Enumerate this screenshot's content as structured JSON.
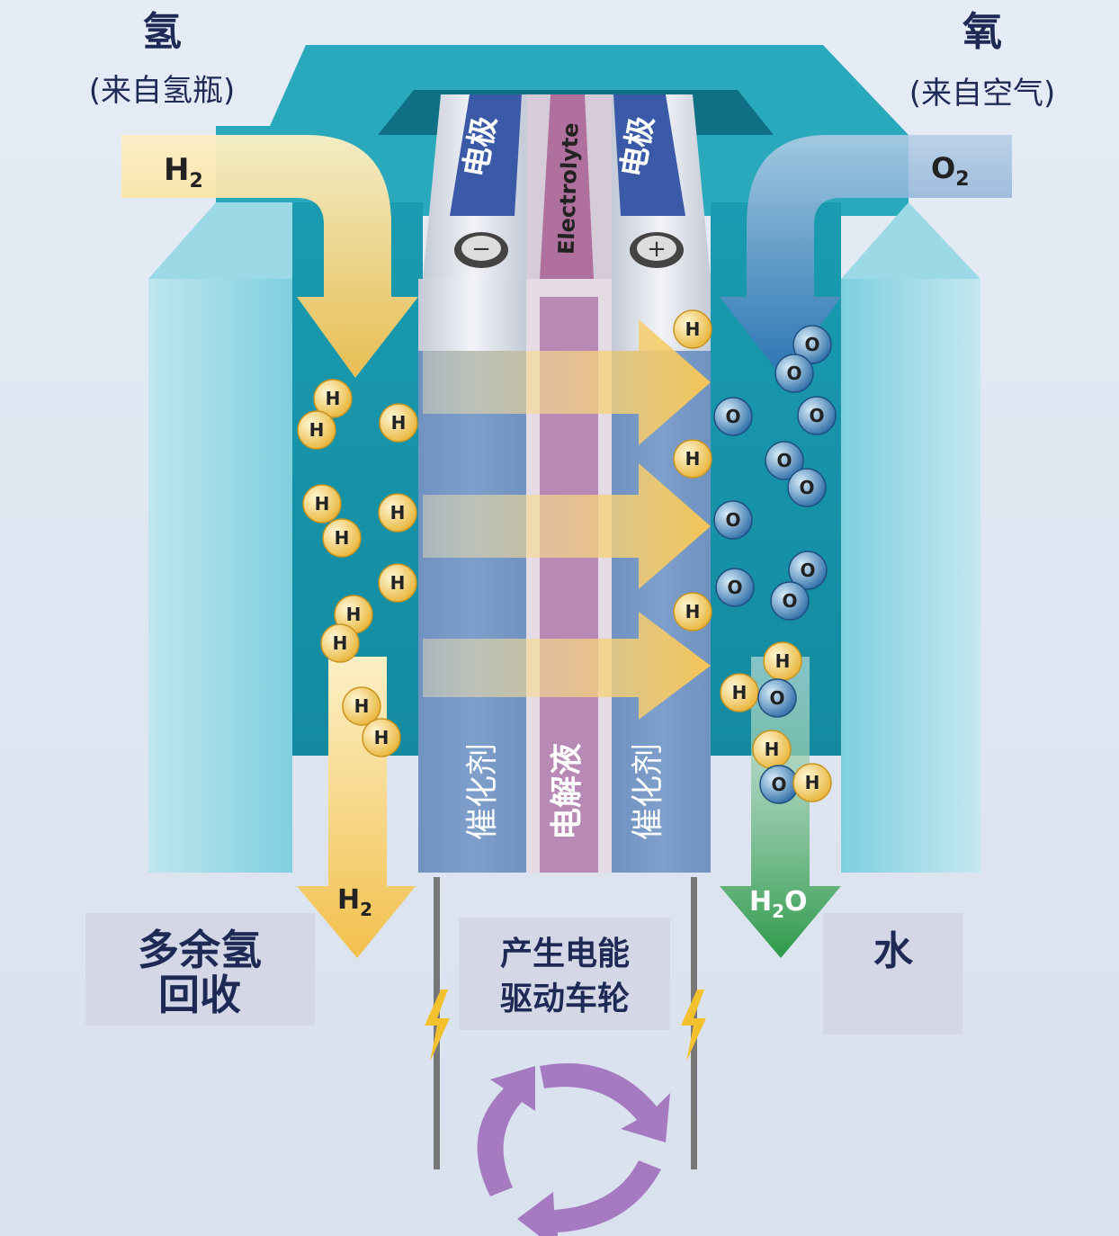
{
  "hydrogen": {
    "title": "氢",
    "source": "(来自氢瓶)",
    "inlet": "H",
    "inlet_sub": "2"
  },
  "oxygen": {
    "title": "氧",
    "source": "(来自空气)",
    "inlet": "O",
    "inlet_sub": "2"
  },
  "anode": {
    "label": "电极",
    "sign": "−",
    "catalyst": "催化剂"
  },
  "cathode": {
    "label": "电极",
    "sign": "+",
    "catalyst": "催化剂"
  },
  "electrolyte": {
    "label": "Electrolyte",
    "cn_label": "电解液"
  },
  "outlet_h2": {
    "formula": "H",
    "sub": "2",
    "caption_line1": "多余氢",
    "caption_line2": "回收"
  },
  "outlet_water": {
    "formula": "H",
    "sub": "2",
    "tail": "O",
    "caption": "水"
  },
  "power": {
    "line1": "产生电能",
    "line2": "驱动车轮"
  },
  "particles": {
    "h_left": [
      "H",
      "H",
      "H",
      "H",
      "H",
      "H",
      "H",
      "H",
      "H",
      "H",
      "H"
    ],
    "h_right": [
      "H",
      "H",
      "H"
    ],
    "o_right": [
      "O",
      "O",
      "O",
      "O",
      "O",
      "O",
      "O",
      "O",
      "O",
      "O"
    ],
    "water": [
      "H",
      "H",
      "O",
      "H",
      "O",
      "H"
    ]
  },
  "colors": {
    "teal": "#1c9bb0",
    "electrode": "#3a5aa8",
    "electrolyte": "#a05a92",
    "arrow_yellow": "#f2c75a",
    "arrow_green": "#2e9a4a",
    "cycle": "#9a6ab8"
  }
}
